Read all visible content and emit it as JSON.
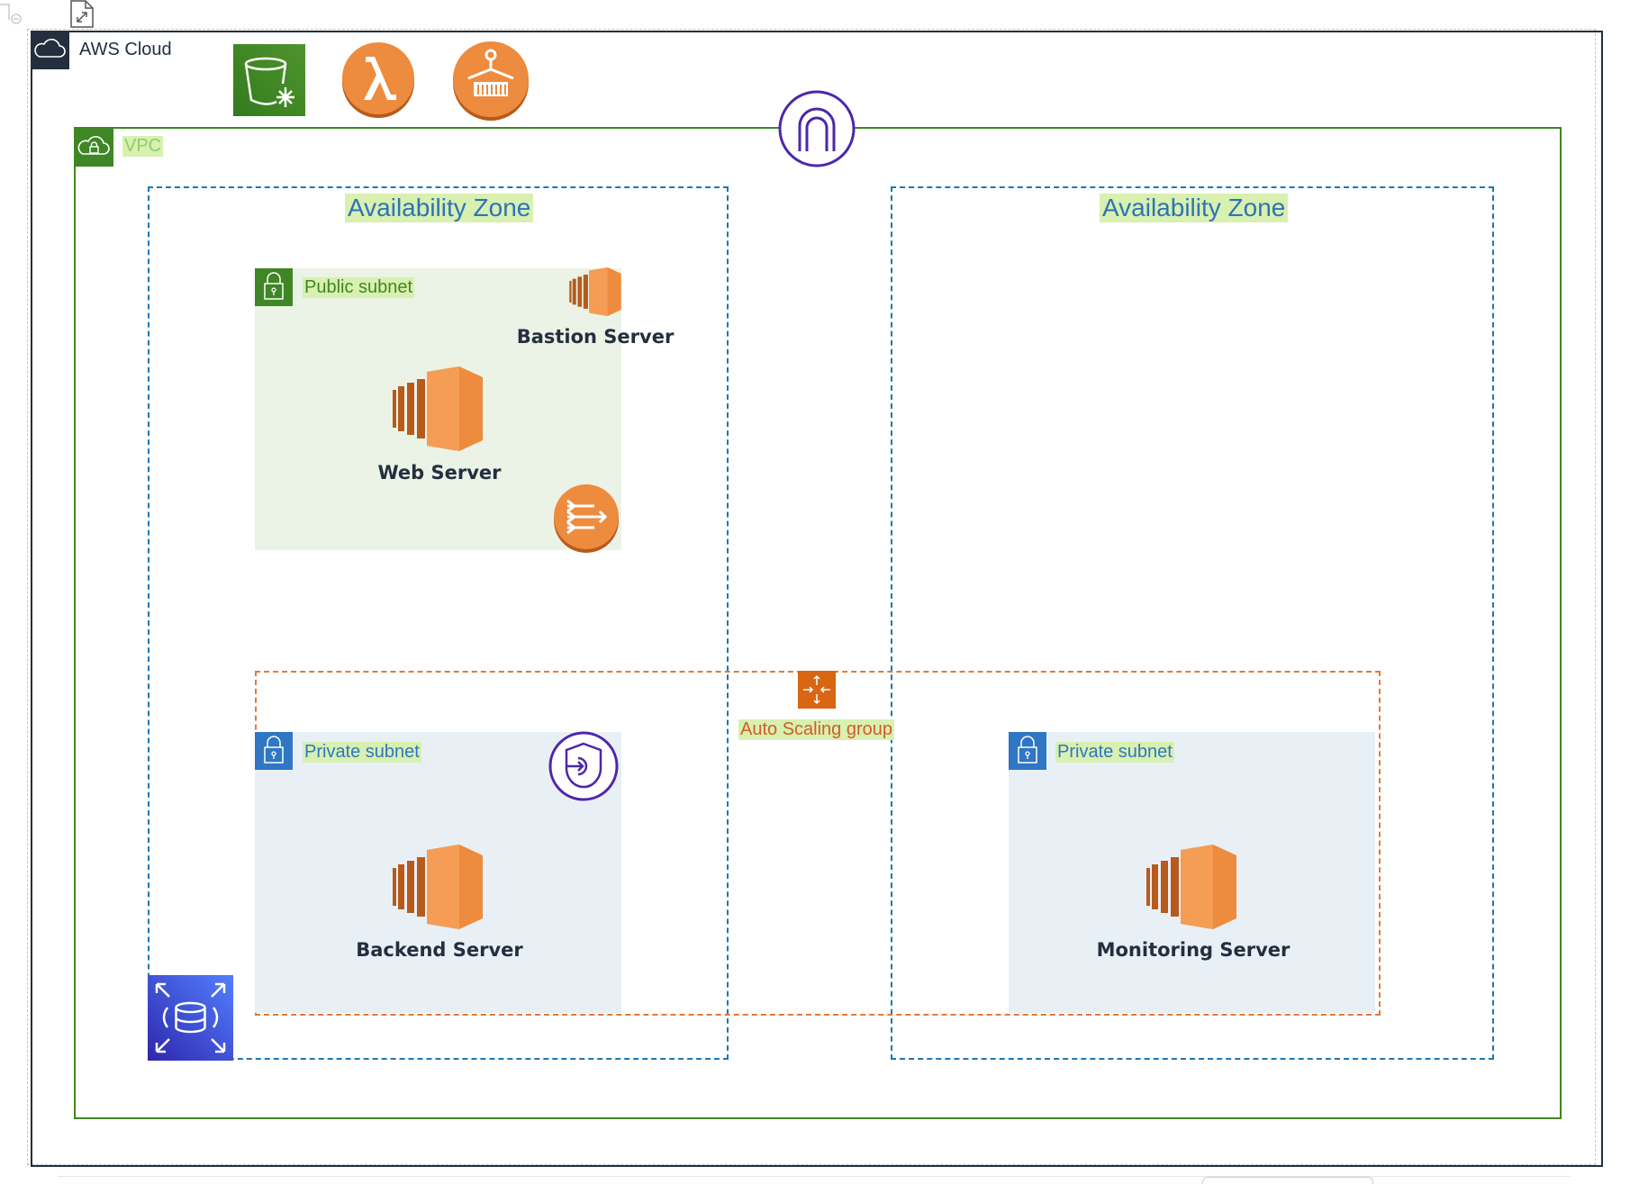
{
  "aws_cloud": {
    "label": "AWS Cloud"
  },
  "vpc": {
    "label": "VPC"
  },
  "availability_zones": [
    {
      "label": "Availability Zone"
    },
    {
      "label": "Availability Zone"
    }
  ],
  "subnets": {
    "public": {
      "label": "Public subnet"
    },
    "private_left": {
      "label": "Private subnet"
    },
    "private_right": {
      "label": "Private subnet"
    }
  },
  "auto_scaling_group": {
    "label": "Auto Scaling group"
  },
  "servers": {
    "bastion": "Bastion Server",
    "web": "Web Server",
    "backend": "Backend Server",
    "monitoring": "Monitoring Server"
  },
  "colors": {
    "aws_dark": "#232f3e",
    "vpc_green": "#3f8624",
    "az_blue": "#1f77b4",
    "private_blue": "#2f76c5",
    "ec2_orange": "#ed8b3f",
    "asg_orange": "#d86613",
    "gateway_purple": "#4d27aa",
    "rds_blue": "#3b48cc",
    "s3_green": "#3f8624",
    "label_highlight": "#d8f0b0"
  },
  "icons": [
    "s3-glacier-icon",
    "lambda-icon",
    "container-icon",
    "internet-gateway-icon",
    "ec2-instance-icon",
    "nat-gateway-icon",
    "vpc-endpoint-icon",
    "rds-icon",
    "auto-scaling-icon"
  ]
}
